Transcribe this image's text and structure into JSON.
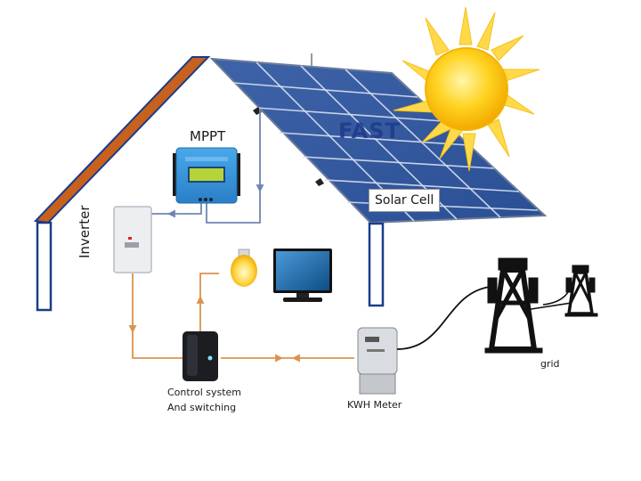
{
  "diagram": {
    "title": "Solar power system diagram",
    "components": {
      "solar_cell": {
        "label": "Solar Cell"
      },
      "mppt": {
        "label": "MPPT"
      },
      "inverter": {
        "label": "Inverter"
      },
      "control": {
        "label_line1": "Control system",
        "label_line2": "And switching"
      },
      "meter": {
        "label": "KWH Meter"
      },
      "grid": {
        "label": "grid"
      },
      "bulb": {
        "label": ""
      },
      "monitor": {
        "label": ""
      }
    },
    "watermark": {
      "text": "FAST"
    },
    "colors": {
      "roof_left": "#c8611d",
      "frame_blue": "#1a3d8a",
      "panel_blue": "#33599f",
      "dc_wire": "#6f86b3",
      "ac_wire": "#d9934f",
      "sun_yellow": "#ffd21f",
      "mppt_blue": "#2f8fd6",
      "lcd_green": "#b6d33a"
    }
  }
}
